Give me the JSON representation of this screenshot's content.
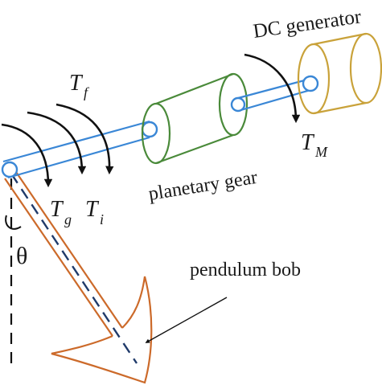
{
  "labels": {
    "dc_generator": "DC generator",
    "planetary_gear": "planetary gear",
    "pendulum_bob": "pendulum bob",
    "theta": "θ"
  },
  "torques": {
    "tf": {
      "symbol": "T",
      "sub": "f"
    },
    "tg": {
      "symbol": "T",
      "sub": "g"
    },
    "ti": {
      "symbol": "T",
      "sub": "i"
    },
    "tm": {
      "symbol": "T",
      "sub": "M"
    }
  },
  "colors": {
    "shaft": "#3a87d6",
    "gear_body": "#4a8a3a",
    "generator_body": "#c9a23a",
    "pendulum_arm": "#cc6a2a",
    "center_line": "#1f3a6a",
    "arrow": "#111111"
  }
}
